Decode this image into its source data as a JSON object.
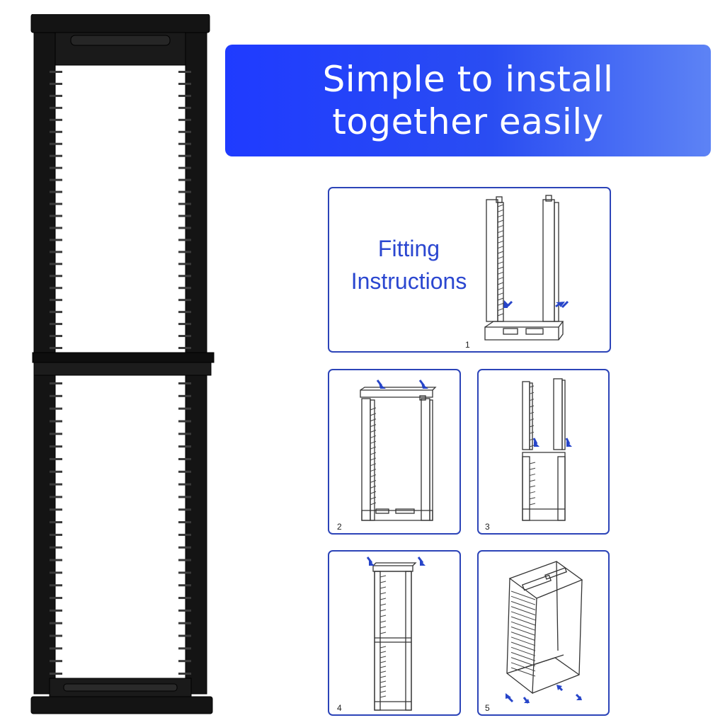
{
  "banner": {
    "line1": "Simple to install",
    "line2": "together easily",
    "gradient_colors": [
      "#1f3bff",
      "#5d83f5"
    ]
  },
  "instructions": {
    "title_line1": "Fitting",
    "title_line2": "Instructions",
    "title_color": "#2b47d0",
    "panel_border_color": "#2c44b8",
    "arrow_color": "#2745c9",
    "steps": [
      {
        "number": "1"
      },
      {
        "number": "2"
      },
      {
        "number": "3"
      },
      {
        "number": "4"
      },
      {
        "number": "5"
      }
    ]
  },
  "product": {
    "icon": "disc-storage-rack-illustration",
    "color": "#111111",
    "disc_slots_per_section": 24
  }
}
